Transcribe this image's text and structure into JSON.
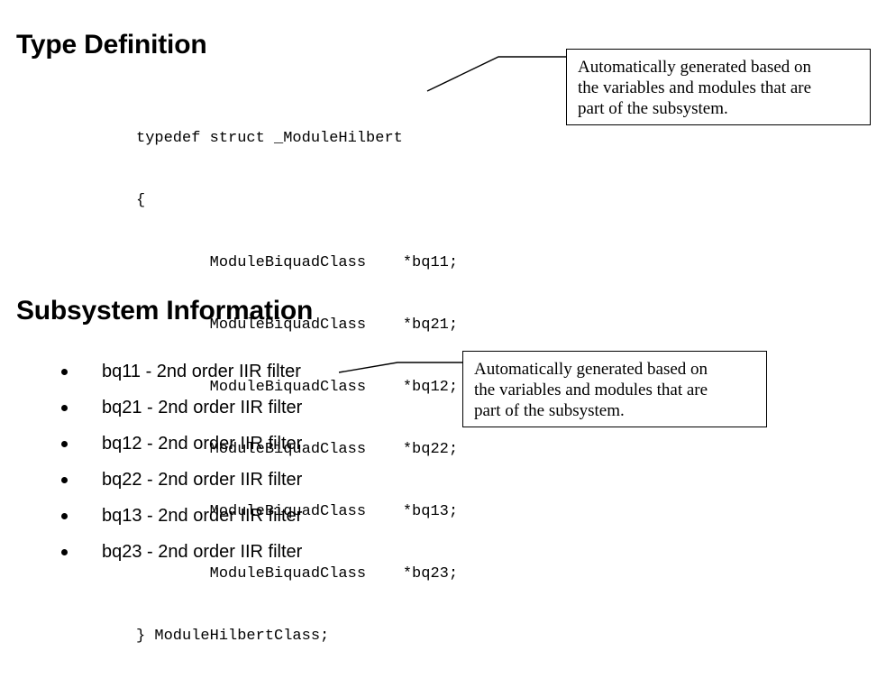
{
  "slide": {
    "background_color": "#ffffff",
    "text_color": "#000000"
  },
  "sections": {
    "type_definition": {
      "heading": "Type Definition",
      "code_lines": [
        "typedef struct _ModuleHilbert",
        "{",
        "        ModuleBiquadClass    *bq11;",
        "        ModuleBiquadClass    *bq21;",
        "        ModuleBiquadClass    *bq12;",
        "        ModuleBiquadClass    *bq22;",
        "        ModuleBiquadClass    *bq13;",
        "        ModuleBiquadClass    *bq23;",
        "} ModuleHilbertClass;"
      ],
      "callout": {
        "lines": [
          "Automatically generated based on",
          "the variables and modules that are",
          "part of the subsystem."
        ]
      }
    },
    "subsystem_information": {
      "heading": "Subsystem Information",
      "bullets": [
        "bq11 - 2nd order IIR filter",
        "bq21 - 2nd order IIR filter",
        "bq12 - 2nd order IIR filter",
        "bq22 - 2nd order IIR filter",
        "bq13 - 2nd order IIR filter",
        "bq23 - 2nd order IIR filter"
      ],
      "callout": {
        "lines": [
          "Automatically generated based on",
          "the variables and modules that are",
          "part of the subsystem."
        ]
      }
    }
  }
}
